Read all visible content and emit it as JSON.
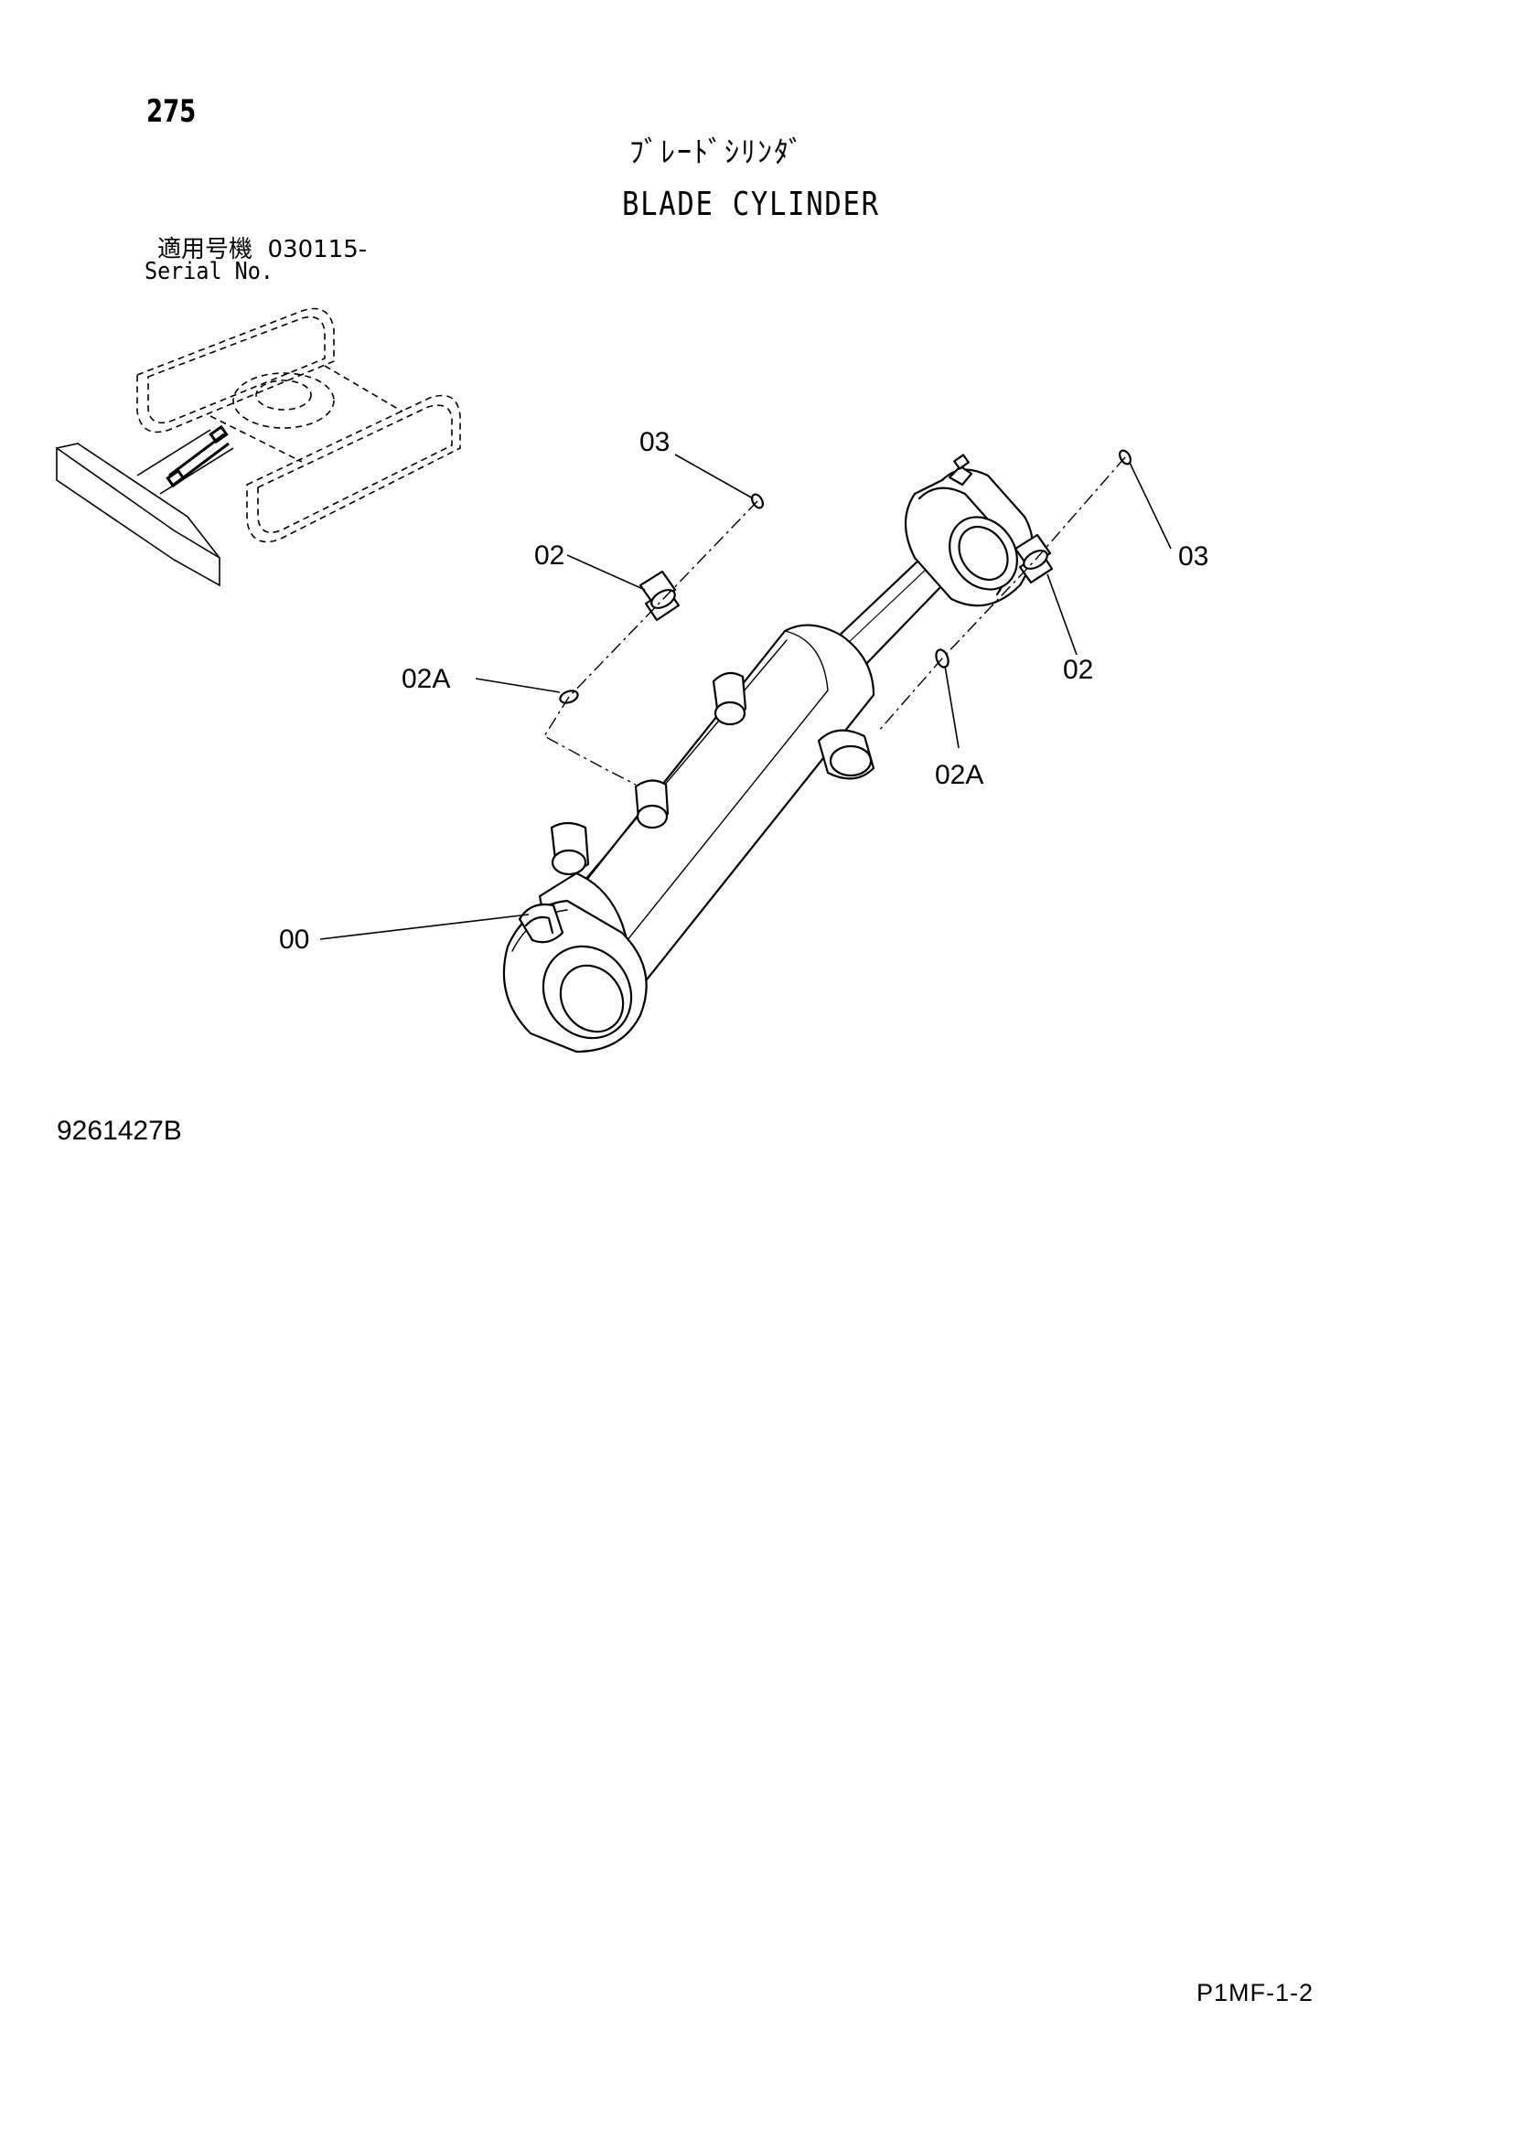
{
  "header": {
    "page_number": "275",
    "title_jp": "ﾌﾞﾚｰﾄﾞｼﾘﾝﾀﾞ",
    "title_en": "BLADE CYLINDER",
    "serial_label_jp": "適用号機",
    "serial_value": "030115-",
    "serial_label_en": "Serial No."
  },
  "callouts": {
    "c03_left": "03",
    "c02_left": "02",
    "c02a_left": "02A",
    "c00": "00",
    "c03_right": "03",
    "c02_right": "02",
    "c02a_right": "02A"
  },
  "footer": {
    "drawing_number": "9261427B",
    "sheet_reference": "P1MF-1-2"
  },
  "colors": {
    "ink": "#000000",
    "paper": "#ffffff",
    "shadow_ink": "#555555"
  }
}
